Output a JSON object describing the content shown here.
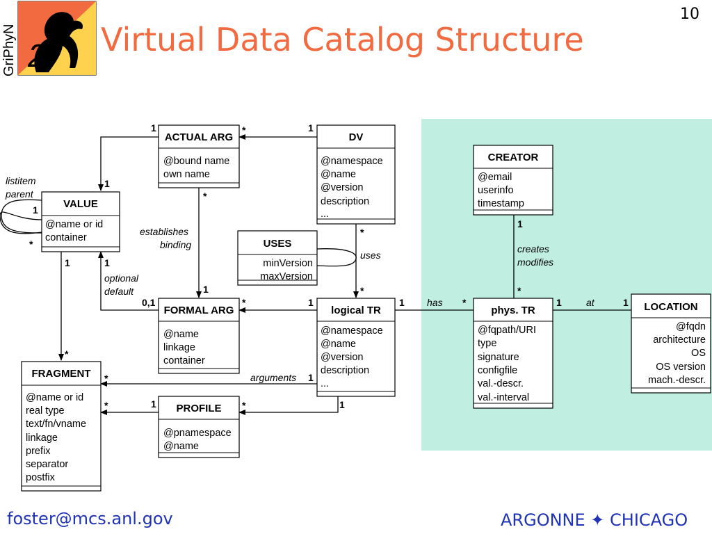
{
  "logo": {
    "text": "GriPhyN"
  },
  "slide": {
    "title": "Virtual Data Catalog Structure",
    "page_number": "10"
  },
  "footer": {
    "email": "foster@mcs.anl.gov",
    "org": "ARGONNE ✦ CHICAGO"
  },
  "colors": {
    "title": "#f26a3f",
    "footer": "#1f33b5",
    "highlight": "#c0efe2"
  },
  "classes": {
    "actual_arg": {
      "name": "ACTUAL ARG",
      "attrs": [
        "@bound name",
        "own name"
      ]
    },
    "dv": {
      "name": "DV",
      "attrs": [
        "@namespace",
        "@name",
        "@version",
        "description",
        "..."
      ]
    },
    "value": {
      "name": "VALUE",
      "attrs": [
        "@name or id",
        "container"
      ]
    },
    "uses": {
      "name": "USES",
      "attrs": [
        "minVersion",
        "maxVersion"
      ]
    },
    "formal_arg": {
      "name": "FORMAL ARG",
      "attrs": [
        "@name",
        "linkage",
        "container"
      ]
    },
    "logical_tr": {
      "name": "logical TR",
      "attrs": [
        "@namespace",
        "@name",
        "@version",
        "description",
        "..."
      ]
    },
    "fragment": {
      "name": "FRAGMENT",
      "attrs": [
        "@name or id",
        "real type",
        "text/fn/vname",
        "linkage",
        "prefix",
        "separator",
        "postfix"
      ]
    },
    "profile": {
      "name": "PROFILE",
      "attrs": [
        "@pnamespace",
        "@name"
      ]
    },
    "creator": {
      "name": "CREATOR",
      "attrs": [
        "@email",
        "userinfo",
        "timestamp"
      ]
    },
    "phys_tr": {
      "name": "phys. TR",
      "attrs": [
        "@fqpath/URI",
        "type",
        "signature",
        "configfile",
        "val.-descr.",
        "val.-interval"
      ]
    },
    "location": {
      "name": "LOCATION",
      "attrs": [
        "@fqdn",
        "architecture",
        "OS",
        "OS version",
        "mach.-descr."
      ]
    }
  },
  "labels": {
    "listitem": "listitem",
    "parent": "parent",
    "establishes": "establishes",
    "binding": "binding",
    "optional": "optional",
    "default": "default",
    "uses": "uses",
    "arguments": "arguments",
    "has": "has",
    "at": "at",
    "creates": "creates",
    "modifies": "modifies"
  },
  "multiplicities": {
    "one": "1",
    "many": "*",
    "zero_one": "0,1"
  }
}
